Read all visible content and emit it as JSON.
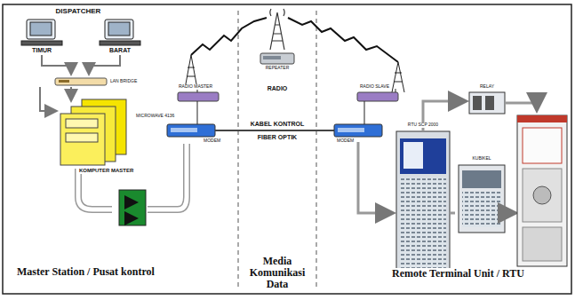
{
  "diagram": {
    "labels": [
      "DISPATCHER",
      "TIMUR",
      "BARAT",
      "LAN BRIDGE",
      "KOMPUTER MASTER",
      "RADIO MASTER",
      "MICROWAVE 4136",
      "MODEM",
      "REPEATER",
      "RADIO",
      "KABEL KONTROL",
      "FIBER OPTIK",
      "MODEM",
      "RADIO SLAVE",
      "RTU SCP 2000",
      "KUBIKEL",
      "RELAY",
      "Master Station / Pusat  kontrol",
      "Media Komunikasi Data",
      "Remote Terminal Unit / RTU"
    ]
  }
}
